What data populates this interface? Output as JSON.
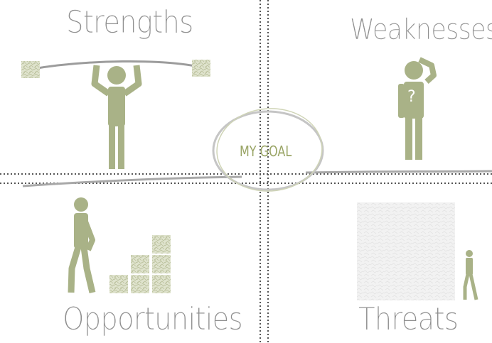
{
  "quadrants": {
    "strengths": "Strengths",
    "weaknesses": "Weaknesses",
    "opportunities": "Opportunities",
    "threats": "Threats"
  },
  "center": {
    "goal": "MY GOAL"
  },
  "figure_marks": {
    "question": "?"
  },
  "colors": {
    "figure": "#a9b287",
    "label": "#8f8f8f",
    "goal": "#9aa566",
    "divider": "#555555"
  }
}
